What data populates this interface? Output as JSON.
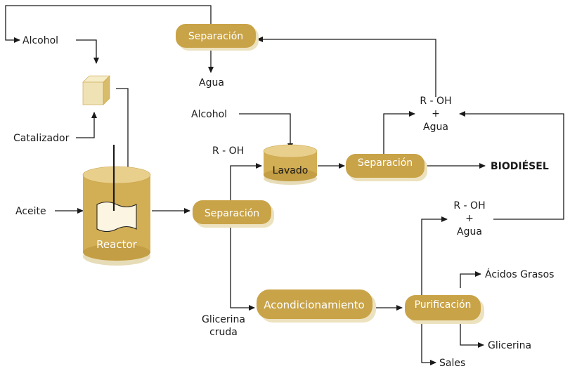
{
  "labels": {
    "alcohol_top": "Alcohol",
    "agua_top": "Agua",
    "catalizador": "Catalizador",
    "aceite": "Aceite",
    "alcohol_mid": "Alcohol",
    "roh_left": "R - OH",
    "roh_top_right_1": "R - OH",
    "roh_top_right_2": "+",
    "roh_top_right_3": "Agua",
    "roh_bottom_right_1": "R - OH",
    "roh_bottom_right_2": "+",
    "roh_bottom_right_3": "Agua",
    "biodiesel": "BIODIÉSEL",
    "glicerina_cruda_1": "Glicerina",
    "glicerina_cruda_2": "cruda",
    "acidos_grasos": "Ácidos Grasos",
    "glicerina": "Glicerina",
    "sales": "Sales"
  },
  "nodes": {
    "separacion_top": "Separación",
    "separacion_mid": "Separación",
    "separacion_right": "Separación",
    "lavado": "Lavado",
    "reactor": "Reactor",
    "acondicionamiento": "Acondicionamiento",
    "purificacion": "Purificación"
  },
  "colors": {
    "pill_fill": "#c9a347",
    "pill_shadow": "#e8d9a8",
    "cylinder_fill": "#d2ae55",
    "cylinder_top": "#e8cf8c",
    "catalyst_box": "#efe2b5",
    "line": "#1a1a1a"
  }
}
